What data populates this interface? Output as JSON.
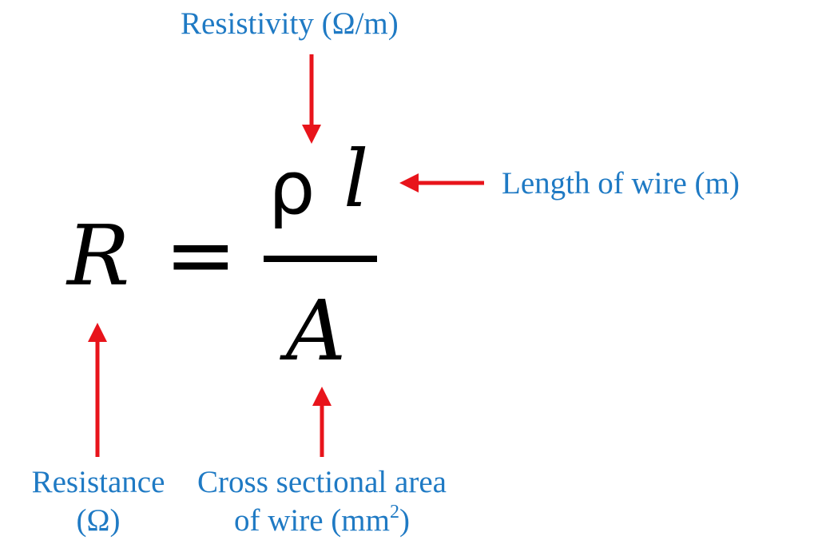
{
  "labels": {
    "resistivity": "Resistivity (Ω/m)",
    "length": "Length of wire (m)",
    "resistance_line1": "Resistance",
    "resistance_line2": "(Ω)",
    "area_line1": "Cross sectional area",
    "area_line2_prefix": "of wire (mm",
    "area_line2_sup": "2",
    "area_line2_suffix": ")"
  },
  "formula": {
    "lhs": "R",
    "equals": "=",
    "numerator_rho": "ρ",
    "numerator_l": "l",
    "denominator": "A"
  },
  "colors": {
    "label": "#1f7ac4",
    "arrow": "#e8141b",
    "formula": "#000000"
  }
}
